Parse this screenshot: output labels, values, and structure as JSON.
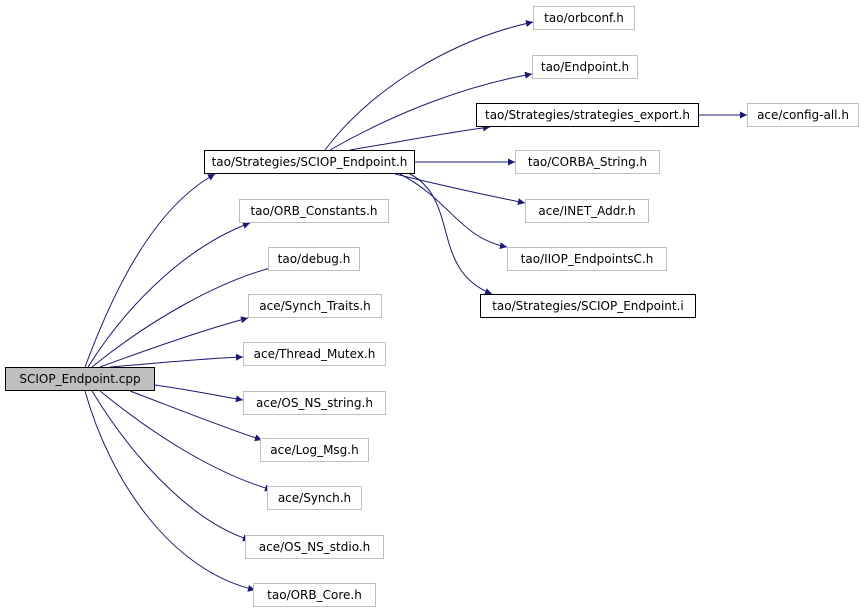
{
  "graph": {
    "edge_color": "#191970",
    "nodes": {
      "root": "SCIOP_Endpoint.cpp",
      "sciop_h": "tao/Strategies/SCIOP_Endpoint.h",
      "orbconf": "tao/orbconf.h",
      "endpoint": "tao/Endpoint.h",
      "strategies_export": "tao/Strategies/strategies_export.h",
      "config_all": "ace/config-all.h",
      "corba_string": "tao/CORBA_String.h",
      "inet_addr": "ace/INET_Addr.h",
      "iiop_endpointsc": "tao/IIOP_EndpointsC.h",
      "sciop_i": "tao/Strategies/SCIOP_Endpoint.i",
      "orb_constants": "tao/ORB_Constants.h",
      "debug": "tao/debug.h",
      "synch_traits": "ace/Synch_Traits.h",
      "thread_mutex": "ace/Thread_Mutex.h",
      "os_ns_string": "ace/OS_NS_string.h",
      "log_msg": "ace/Log_Msg.h",
      "synch": "ace/Synch.h",
      "os_ns_stdio": "ace/OS_NS_stdio.h",
      "orb_core": "tao/ORB_Core.h"
    }
  }
}
